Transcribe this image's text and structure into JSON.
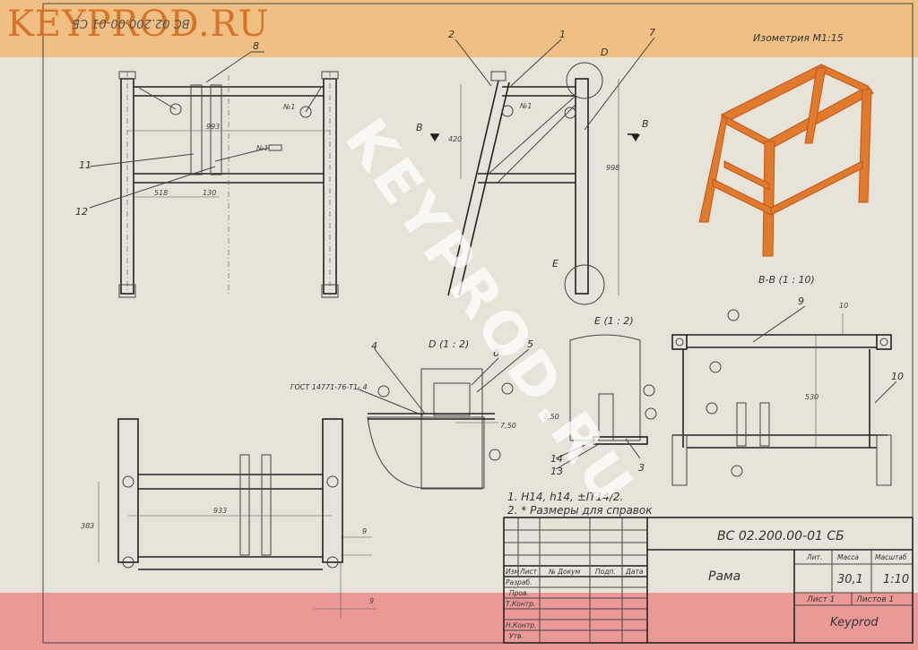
{
  "watermark": {
    "logo": "KEYPROD.RU",
    "diagonal": "KEYPROD.RU"
  },
  "header": {
    "mirrored_code": "ВС 02.200.00-01 СБ",
    "iso_label": "Изометрия М1:15"
  },
  "views": {
    "section_bb": "В-В  (1 : 10)",
    "detail_d": "D  (1 : 2)",
    "detail_e": "E  (1 : 2)",
    "view_letter_d": "D",
    "view_letter_e": "E",
    "cut_b": "В"
  },
  "callouts": [
    "1",
    "2",
    "3",
    "4",
    "5",
    "6",
    "7",
    "8",
    "9",
    "10",
    "11",
    "12",
    "13",
    "14"
  ],
  "dimensions": {
    "front_width": "993",
    "front_518": "518",
    "front_130": "130",
    "side_420": "420",
    "side_998": "998",
    "bb_10": "10",
    "bb_530": "530",
    "top_383": "383",
    "top_933": "933",
    "top_9a": "9",
    "top_9b": "9",
    "d_750": "7,50",
    "e_250": "2,50"
  },
  "weld_marks": {
    "n1": "№1"
  },
  "gost_note": "ГОСТ 14771-76-Т1-   4",
  "notes": {
    "line1": "1. H14, h14, ±IT14/2.",
    "line2": "2. * Размеры для справок"
  },
  "title_block": {
    "doc_code": "ВС 02.200.00-01 СБ",
    "part_name": "Рама",
    "lit_label": "Лит.",
    "mass_label": "Масса",
    "scale_label": "Масштаб",
    "mass": "30,1",
    "scale": "1:10",
    "sheet": "Лист 1",
    "sheets": "Листов 1",
    "company": "Keyprod",
    "cols": [
      "Изм",
      "Лист",
      "№ Докум",
      "Подп.",
      "Дата"
    ],
    "rows": [
      "Разраб.",
      "Пров.",
      "Т.Контр.",
      "Н.Контр.",
      "Утв."
    ]
  },
  "colors": {
    "top_band": "#f1b876",
    "bottom_band": "#eb8c8c",
    "iso_frame": "#d2691e",
    "paper": "#e7e3d8"
  }
}
